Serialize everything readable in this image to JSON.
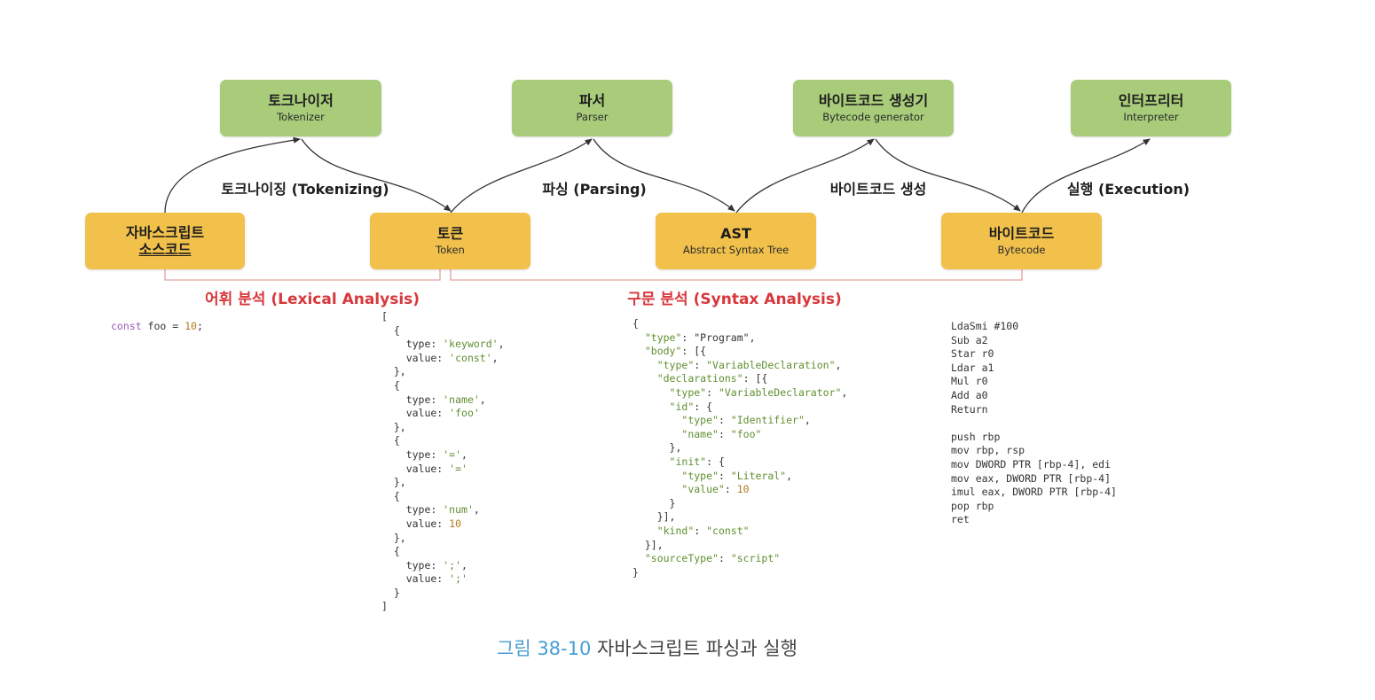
{
  "nodes": {
    "tokenizer": {
      "ko": "토크나이저",
      "en": "Tokenizer"
    },
    "parser": {
      "ko": "파서",
      "en": "Parser"
    },
    "bytecode_generator": {
      "ko": "바이트코드 생성기",
      "en": "Bytecode generator"
    },
    "interpreter": {
      "ko": "인터프리터",
      "en": "Interpreter"
    },
    "source_code": {
      "line1": "자바스크립트",
      "line2": "소스코드"
    },
    "token": {
      "ko": "토큰",
      "en": "Token"
    },
    "ast": {
      "ko": "AST",
      "en": "Abstract Syntax Tree"
    },
    "bytecode": {
      "ko": "바이트코드",
      "en": "Bytecode"
    }
  },
  "edges": {
    "tokenizing": "토크나이징 (Tokenizing)",
    "parsing": "파싱 (Parsing)",
    "bytecode_generation": "바이트코드 생성",
    "execution": "실행 (Execution)"
  },
  "phases": {
    "lexical": "어휘 분석 (Lexical Analysis)",
    "syntax": "구문 분석 (Syntax Analysis)"
  },
  "code_samples": {
    "source": [
      [
        {
          "t": "const",
          "c": "kw"
        },
        {
          "t": " foo = "
        },
        {
          "t": "10",
          "c": "num"
        },
        {
          "t": ";"
        }
      ]
    ],
    "tokens": [
      [
        {
          "t": "["
        }
      ],
      [
        {
          "t": "  {"
        }
      ],
      [
        {
          "t": "    type: "
        },
        {
          "t": "'keyword'",
          "c": "str"
        },
        {
          "t": ","
        }
      ],
      [
        {
          "t": "    value: "
        },
        {
          "t": "'const'",
          "c": "str"
        },
        {
          "t": ","
        }
      ],
      [
        {
          "t": "  },"
        }
      ],
      [
        {
          "t": "  {"
        }
      ],
      [
        {
          "t": "    type: "
        },
        {
          "t": "'name'",
          "c": "str"
        },
        {
          "t": ","
        }
      ],
      [
        {
          "t": "    value: "
        },
        {
          "t": "'foo'",
          "c": "str"
        }
      ],
      [
        {
          "t": "  },"
        }
      ],
      [
        {
          "t": "  {"
        }
      ],
      [
        {
          "t": "    type: "
        },
        {
          "t": "'='",
          "c": "str"
        },
        {
          "t": ","
        }
      ],
      [
        {
          "t": "    value: "
        },
        {
          "t": "'='",
          "c": "str"
        }
      ],
      [
        {
          "t": "  },"
        }
      ],
      [
        {
          "t": "  {"
        }
      ],
      [
        {
          "t": "    type: "
        },
        {
          "t": "'num'",
          "c": "str"
        },
        {
          "t": ","
        }
      ],
      [
        {
          "t": "    value: "
        },
        {
          "t": "10",
          "c": "num"
        }
      ],
      [
        {
          "t": "  },"
        }
      ],
      [
        {
          "t": "  {"
        }
      ],
      [
        {
          "t": "    type: "
        },
        {
          "t": "';'",
          "c": "str"
        },
        {
          "t": ","
        }
      ],
      [
        {
          "t": "    value: "
        },
        {
          "t": "';'",
          "c": "str"
        }
      ],
      [
        {
          "t": "  }"
        }
      ],
      [
        {
          "t": "]"
        }
      ]
    ],
    "ast": [
      [
        {
          "t": "{"
        }
      ],
      [
        {
          "t": "  "
        },
        {
          "t": "\"type\"",
          "c": "str"
        },
        {
          "t": ": \"Program\","
        }
      ],
      [
        {
          "t": "  "
        },
        {
          "t": "\"body\"",
          "c": "str"
        },
        {
          "t": ": [{"
        }
      ],
      [
        {
          "t": "    "
        },
        {
          "t": "\"type\"",
          "c": "str"
        },
        {
          "t": ": "
        },
        {
          "t": "\"VariableDeclaration\"",
          "c": "str"
        },
        {
          "t": ","
        }
      ],
      [
        {
          "t": "    "
        },
        {
          "t": "\"declarations\"",
          "c": "str"
        },
        {
          "t": ": [{"
        }
      ],
      [
        {
          "t": "      "
        },
        {
          "t": "\"type\"",
          "c": "str"
        },
        {
          "t": ": "
        },
        {
          "t": "\"VariableDeclarator\"",
          "c": "str"
        },
        {
          "t": ","
        }
      ],
      [
        {
          "t": "      "
        },
        {
          "t": "\"id\"",
          "c": "str"
        },
        {
          "t": ": {"
        }
      ],
      [
        {
          "t": "        "
        },
        {
          "t": "\"type\"",
          "c": "str"
        },
        {
          "t": ": "
        },
        {
          "t": "\"Identifier\"",
          "c": "str"
        },
        {
          "t": ","
        }
      ],
      [
        {
          "t": "        "
        },
        {
          "t": "\"name\"",
          "c": "str"
        },
        {
          "t": ": "
        },
        {
          "t": "\"foo\"",
          "c": "str"
        }
      ],
      [
        {
          "t": "      },"
        }
      ],
      [
        {
          "t": "      "
        },
        {
          "t": "\"init\"",
          "c": "str"
        },
        {
          "t": ": {"
        }
      ],
      [
        {
          "t": "        "
        },
        {
          "t": "\"type\"",
          "c": "str"
        },
        {
          "t": ": "
        },
        {
          "t": "\"Literal\"",
          "c": "str"
        },
        {
          "t": ","
        }
      ],
      [
        {
          "t": "        "
        },
        {
          "t": "\"value\"",
          "c": "str"
        },
        {
          "t": ": "
        },
        {
          "t": "10",
          "c": "num"
        }
      ],
      [
        {
          "t": "      }"
        }
      ],
      [
        {
          "t": "    }],"
        }
      ],
      [
        {
          "t": "    "
        },
        {
          "t": "\"kind\"",
          "c": "str"
        },
        {
          "t": ": "
        },
        {
          "t": "\"const\"",
          "c": "str"
        }
      ],
      [
        {
          "t": "  }],"
        }
      ],
      [
        {
          "t": "  "
        },
        {
          "t": "\"sourceType\"",
          "c": "str"
        },
        {
          "t": ": "
        },
        {
          "t": "\"script\"",
          "c": "str"
        }
      ],
      [
        {
          "t": "}"
        }
      ]
    ],
    "bytecode": [
      [
        {
          "t": "LdaSmi #100"
        }
      ],
      [
        {
          "t": "Sub a2"
        }
      ],
      [
        {
          "t": "Star r0"
        }
      ],
      [
        {
          "t": "Ldar a1"
        }
      ],
      [
        {
          "t": "Mul r0"
        }
      ],
      [
        {
          "t": "Add a0"
        }
      ],
      [
        {
          "t": "Return"
        }
      ],
      [
        {
          "t": ""
        }
      ],
      [
        {
          "t": "push rbp"
        }
      ],
      [
        {
          "t": "mov rbp, rsp"
        }
      ],
      [
        {
          "t": "mov DWORD PTR [rbp-4], edi"
        }
      ],
      [
        {
          "t": "mov eax, DWORD PTR [rbp-4]"
        }
      ],
      [
        {
          "t": "imul eax, DWORD PTR [rbp-4]"
        }
      ],
      [
        {
          "t": "pop rbp"
        }
      ],
      [
        {
          "t": "ret"
        }
      ]
    ]
  },
  "caption": {
    "figure_number": "그림 38-10",
    "title": "자바스크립트 파싱과 실행"
  },
  "colors": {
    "green_box": "#a8cc7a",
    "yellow_box": "#f2c14c",
    "phase_text": "#d8373b",
    "bracket_line": "#e3a1a1",
    "caption_accent": "#4a9ed6"
  }
}
